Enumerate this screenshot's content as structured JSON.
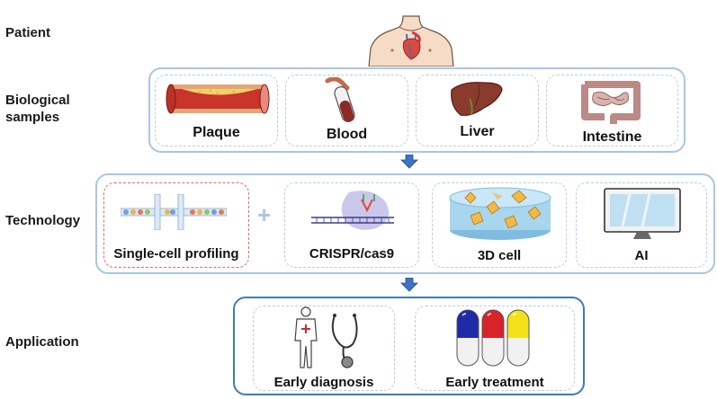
{
  "stages": {
    "patient": "Patient",
    "biological_samples": [
      "Biological",
      "samples"
    ],
    "technology": "Technology",
    "application": "Application"
  },
  "samples": [
    "Plaque",
    "Blood",
    "Liver",
    "Intestine"
  ],
  "technologies": [
    "Single-cell profiling",
    "CRISPR/cas9",
    "3D cell",
    "AI"
  ],
  "technology_joiner": "+",
  "applications": [
    "Early diagnosis",
    "Early treatment"
  ],
  "colors": {
    "panel_border": "#a9c6e3",
    "application_border": "#3e7cb1",
    "highlight_border": "#e26a6a",
    "arrow": "#3d73c4"
  },
  "icons": {
    "patient": "torso-heart-icon",
    "plaque": "artery-plaque-icon",
    "blood": "blood-tube-icon",
    "liver": "liver-icon",
    "intestine": "intestine-icon",
    "single_cell": "microfluidic-cells-icon",
    "crispr": "dna-scissors-icon",
    "cell3d": "cell-culture-dish-icon",
    "ai": "computer-monitor-icon",
    "diagnosis": "body-stethoscope-icon",
    "treatment": "capsules-icon"
  }
}
